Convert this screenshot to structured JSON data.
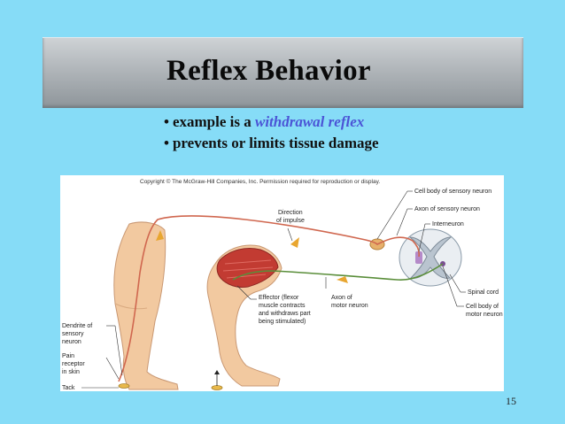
{
  "slide": {
    "title": "Reflex Behavior",
    "bullets": [
      {
        "prefix": "example is a ",
        "emphasis": "withdrawal reflex",
        "suffix": ""
      },
      {
        "prefix": "prevents or limits tissue damage",
        "emphasis": "",
        "suffix": ""
      }
    ],
    "page_number": "15"
  },
  "figure": {
    "copyright": "Copyright © The McGraw-Hill Companies, Inc. Permission required for reproduction or display.",
    "labels": {
      "cell_body_sensory": "Cell body of sensory neuron",
      "axon_sensory": "Axon of sensory neuron",
      "interneuron": "Interneuron",
      "direction_1": "Direction",
      "direction_2": "of impulse",
      "spinal_cord": "Spinal cord",
      "cell_body_motor_1": "Cell body of",
      "cell_body_motor_2": "motor neuron",
      "effector_1": "Effector (flexor",
      "effector_2": "muscle contracts",
      "effector_3": "and withdraws part",
      "effector_4": "being stimulated)",
      "axon_motor_1": "Axon of",
      "axon_motor_2": "motor neuron",
      "dendrite_1": "Dendrite of",
      "dendrite_2": "sensory",
      "dendrite_3": "neuron",
      "pain_1": "Pain",
      "pain_2": "receptor",
      "pain_3": "in skin",
      "tack": "Tack"
    },
    "colors": {
      "sensory_neuron": "#d0674f",
      "motor_neuron": "#5a8e3a",
      "skin": "#f2c9a0",
      "muscle": "#c23b32",
      "arrow": "#e8a630"
    }
  }
}
